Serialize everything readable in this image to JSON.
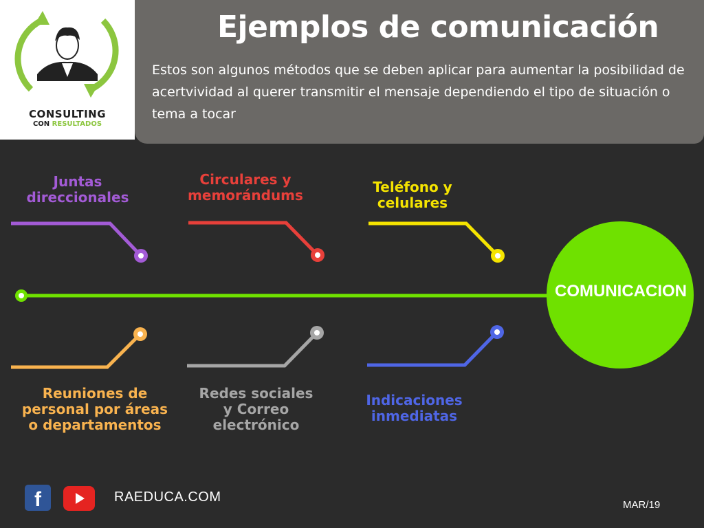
{
  "logo": {
    "line1": "CONSULTING",
    "line2_prefix": "CON",
    "line2_accent": "RESULTADOS"
  },
  "header": {
    "title": "Ejemplos de comunicación",
    "description": "Estos son algunos métodos que se deben aplicar para aumentar la posibilidad de acertvividad al querer transmitir el mensaje dependiendo el tipo de situación o tema a tocar"
  },
  "diagram": {
    "center_label": "COMUNICACION",
    "center_color": "#6fe100",
    "spine_color": "#6fe100",
    "branches": [
      {
        "label": "Juntas direccionales",
        "color": "#a35bd6"
      },
      {
        "label": "Circulares y memorándums",
        "color": "#e8403a"
      },
      {
        "label": "Teléfono y celulares",
        "color": "#f5e400"
      },
      {
        "label": "Reuniones de personal por áreas o departamentos",
        "color": "#f9b34f"
      },
      {
        "label": "Redes sociales y Correo electrónico",
        "color": "#a6a6a6"
      },
      {
        "label": "Indicaciones inmediatas",
        "color": "#4f66e6"
      }
    ]
  },
  "footer": {
    "icons": [
      "facebook-icon",
      "youtube-icon"
    ],
    "website": "RAEDUCA.COM",
    "date": "MAR/19"
  }
}
